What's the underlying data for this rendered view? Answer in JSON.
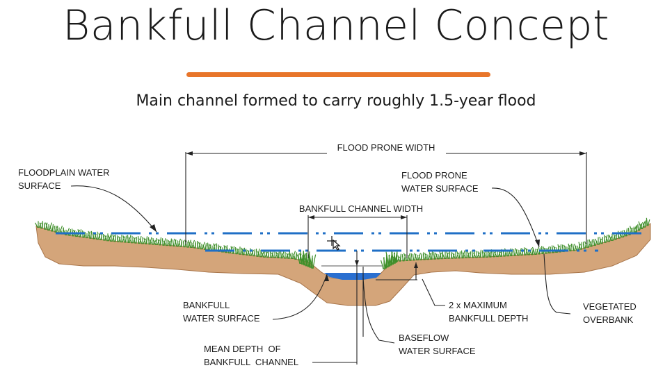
{
  "title": "Bankfull Channel Concept",
  "subtitle": "Main channel formed to carry roughly 1.5-year flood",
  "colors": {
    "accent": "#e8752a",
    "water_line": "#1f6fc6",
    "soil": "#d4a57a",
    "soil_edge": "#a8754a",
    "grass": "#3f8f2a",
    "baseflow": "#2a6fd0"
  },
  "labels": {
    "flood_prone_width": "FLOOD PRONE WIDTH",
    "floodplain_water_surface": [
      "FLOODPLAIN WATER",
      "SURFACE"
    ],
    "flood_prone_water_surface": [
      "FLOOD PRONE",
      "WATER SURFACE"
    ],
    "bankfull_channel_width": "BANKFULL CHANNEL WIDTH",
    "bankfull_water_surface": [
      "BANKFULL",
      "WATER SURFACE"
    ],
    "max_bankfull_depth": [
      "2 x MAXIMUM",
      "BANKFULL DEPTH"
    ],
    "vegetated_overbank": [
      "VEGETATED",
      "OVERBANK"
    ],
    "baseflow_water_surface": [
      "BASEFLOW",
      "WATER SURFACE"
    ],
    "mean_depth": [
      "MEAN DEPTH  OF",
      "BANKFULL  CHANNEL"
    ]
  }
}
